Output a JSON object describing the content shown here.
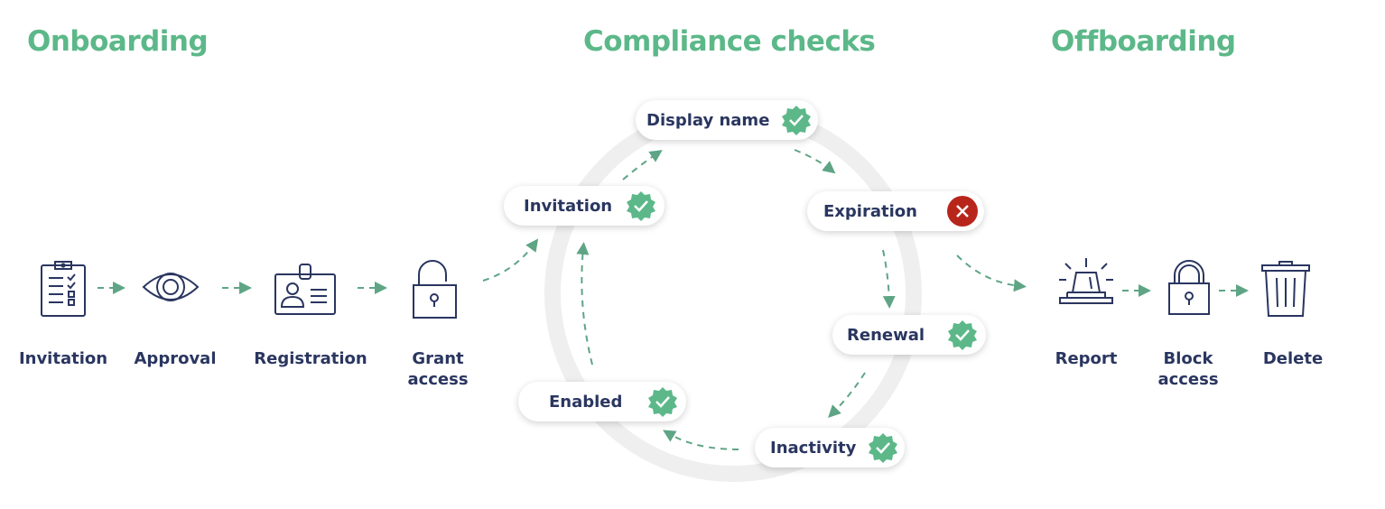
{
  "sections": {
    "onboarding": "Onboarding",
    "compliance": "Compliance checks",
    "offboarding": "Offboarding"
  },
  "onboarding_steps": [
    {
      "label": "Invitation",
      "icon": "clipboard-checklist-icon"
    },
    {
      "label": "Approval",
      "icon": "eye-icon"
    },
    {
      "label": "Registration",
      "icon": "id-badge-icon"
    },
    {
      "label": "Grant\naccess",
      "icon": "unlocked-padlock-icon"
    }
  ],
  "compliance_checks": [
    {
      "label": "Display name",
      "status": "passed"
    },
    {
      "label": "Expiration",
      "status": "failed"
    },
    {
      "label": "Renewal",
      "status": "passed"
    },
    {
      "label": "Inactivity",
      "status": "passed"
    },
    {
      "label": "Enabled",
      "status": "passed"
    },
    {
      "label": "Invitation",
      "status": "passed"
    }
  ],
  "offboarding_steps": [
    {
      "label": "Report",
      "icon": "alarm-siren-icon"
    },
    {
      "label": "Block\naccess",
      "icon": "locked-padlock-icon"
    },
    {
      "label": "Delete",
      "icon": "trash-can-icon"
    }
  ],
  "colors": {
    "heading": "#5cb889",
    "text": "#2a3660",
    "arrow": "#5ea585",
    "passed": "#5cb889",
    "failed": "#b8261b",
    "ring": "#efefef"
  }
}
